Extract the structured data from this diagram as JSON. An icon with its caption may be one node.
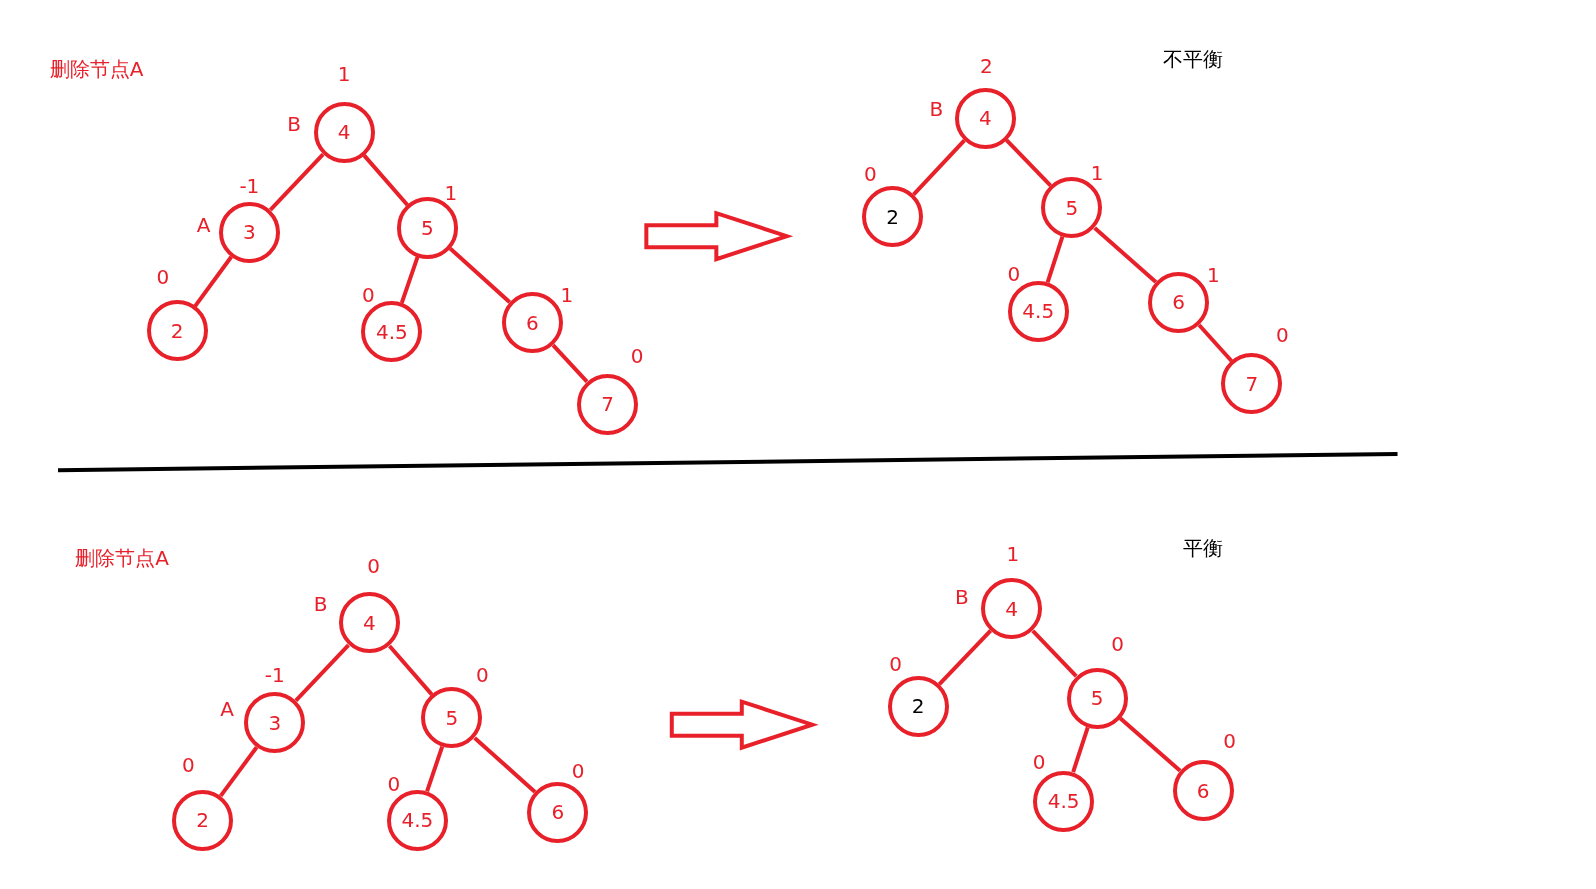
{
  "diagram": {
    "nodes": [
      {
        "text": [
          "4"
        ],
        "beside": [
          "1",
          "B"
        ]
      },
      {
        "text": [
          "3"
        ],
        "beside": [
          "-1",
          "A"
        ]
      },
      {
        "text": [
          "5"
        ],
        "beside": [
          "1"
        ]
      },
      {
        "text": [
          "2"
        ],
        "beside": [
          "0"
        ]
      },
      {
        "text": [
          "4.5"
        ],
        "beside": [
          "0"
        ]
      },
      {
        "text": [
          "6"
        ],
        "beside": [
          "1"
        ]
      },
      {
        "text": [
          "7"
        ],
        "beside": [
          "0"
        ]
      },
      {
        "text": [
          "4"
        ],
        "beside": [
          "2",
          "B"
        ]
      },
      {
        "text": [
          "2"
        ],
        "beside": [
          "0"
        ]
      },
      {
        "text": [
          "5"
        ],
        "beside": [
          "1"
        ]
      },
      {
        "text": [
          "4.5"
        ],
        "beside": [
          "0"
        ]
      },
      {
        "text": [
          "6"
        ],
        "beside": [
          "1"
        ]
      },
      {
        "text": [
          "7"
        ],
        "beside": [
          "0"
        ]
      },
      {
        "text": [
          "4"
        ],
        "beside": [
          "0",
          "B"
        ]
      },
      {
        "text": [
          "3"
        ],
        "beside": [
          "-1",
          "A"
        ]
      },
      {
        "text": [
          "5"
        ],
        "beside": [
          "0"
        ]
      },
      {
        "text": [
          "2"
        ],
        "beside": [
          "0"
        ]
      },
      {
        "text": [
          "4.5"
        ],
        "beside": [
          "0"
        ]
      },
      {
        "text": [
          "6"
        ],
        "beside": [
          "0"
        ]
      },
      {
        "text": [
          "4"
        ],
        "beside": [
          "1",
          "B"
        ]
      },
      {
        "text": [
          "2"
        ],
        "beside": [
          "0"
        ]
      },
      {
        "text": [
          "5"
        ],
        "beside": [
          "0"
        ]
      },
      {
        "text": [
          "4.5"
        ],
        "beside": [
          "0"
        ]
      },
      {
        "text": [
          "6"
        ],
        "beside": [
          "0"
        ]
      }
    ],
    "edges": [
      {
        "from": 0,
        "to": 1,
        "arrow": "none"
      },
      {
        "from": 0,
        "to": 2,
        "arrow": "none"
      },
      {
        "from": 1,
        "to": 3,
        "arrow": "none"
      },
      {
        "from": 2,
        "to": 4,
        "arrow": "none"
      },
      {
        "from": 2,
        "to": 5,
        "arrow": "none"
      },
      {
        "from": 5,
        "to": 6,
        "arrow": "none"
      },
      {
        "from": 7,
        "to": 8,
        "arrow": "none"
      },
      {
        "from": 7,
        "to": 9,
        "arrow": "none"
      },
      {
        "from": 9,
        "to": 10,
        "arrow": "none"
      },
      {
        "from": 9,
        "to": 11,
        "arrow": "none"
      },
      {
        "from": 11,
        "to": 12,
        "arrow": "none"
      },
      {
        "from": 13,
        "to": 14,
        "arrow": "none"
      },
      {
        "from": 13,
        "to": 15,
        "arrow": "none"
      },
      {
        "from": 14,
        "to": 16,
        "arrow": "none"
      },
      {
        "from": 15,
        "to": 17,
        "arrow": "none"
      },
      {
        "from": 15,
        "to": 18,
        "arrow": "none"
      },
      {
        "from": 19,
        "to": 20,
        "arrow": "none"
      },
      {
        "from": 19,
        "to": 21,
        "arrow": "none"
      },
      {
        "from": 21,
        "to": 22,
        "arrow": "none"
      },
      {
        "from": 21,
        "to": 23,
        "arrow": "none"
      }
    ],
    "labels": [
      "删除节点A",
      "不平衡",
      "删除节点A",
      "平衡"
    ]
  }
}
